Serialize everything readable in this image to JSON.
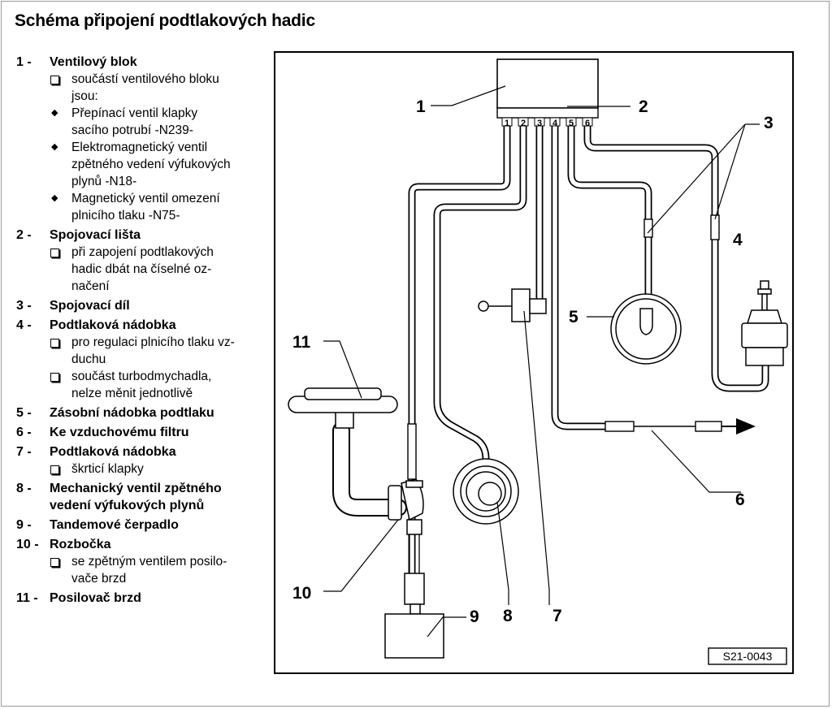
{
  "title": "Schéma připojení podtlakových hadic",
  "legend": [
    {
      "num": "1 -",
      "title": "Ventilový blok",
      "subs": [
        {
          "type": "box",
          "text": "součástí ventilového bloku\njsou:"
        },
        {
          "type": "bullet",
          "text": "Přepínací ventil klapky\nsacího potrubí -N239-"
        },
        {
          "type": "bullet",
          "text": "Elektromagnetický ventil\nzpětného vedení výfukových\nplynů -N18-"
        },
        {
          "type": "bullet",
          "text": "Magnetický ventil omezení\nplnicího tlaku -N75-"
        }
      ]
    },
    {
      "num": "2 -",
      "title": "Spojovací lišta",
      "subs": [
        {
          "type": "box",
          "text": "při zapojení podtlakových\nhadic dbát na číselné oz-\nnačení"
        }
      ]
    },
    {
      "num": "3 -",
      "title": "Spojovací díl",
      "subs": []
    },
    {
      "num": "4 -",
      "title": "Podtlaková nádobka",
      "subs": [
        {
          "type": "box",
          "text": "pro regulaci plnicího tlaku vz-\nduchu"
        },
        {
          "type": "box",
          "text": "součást turbodmychadla,\nnelze měnit jednotlivě"
        }
      ]
    },
    {
      "num": "5 -",
      "title": "Zásobní nádobka podtlaku",
      "subs": []
    },
    {
      "num": "6 -",
      "title": "Ke vzduchovému filtru",
      "subs": []
    },
    {
      "num": "7 -",
      "title": "Podtlaková nádobka",
      "subs": [
        {
          "type": "box",
          "text": "škrticí klapky"
        }
      ]
    },
    {
      "num": "8 -",
      "title": "Mechanický ventil zpětného\nvedení výfukových plynů",
      "subs": []
    },
    {
      "num": "9 -",
      "title": "Tandemové čerpadlo",
      "subs": []
    },
    {
      "num": "10 -",
      "title": "Rozbočka",
      "subs": [
        {
          "type": "box",
          "text": "se zpětným ventilem posilo-\nvače brzd"
        }
      ]
    },
    {
      "num": "11 -",
      "title": "Posilovač brzd",
      "subs": []
    }
  ],
  "diagram": {
    "callouts": {
      "c1": "1",
      "c2": "2",
      "c3": "3",
      "c4": "4",
      "c5": "5",
      "c6": "6",
      "c7": "7",
      "c8": "8",
      "c9": "9",
      "c10": "10",
      "c11": "11"
    },
    "ports": {
      "p1": "1",
      "p2": "2",
      "p3": "3",
      "p4": "4",
      "p5": "5",
      "p6": "6"
    },
    "reference": "S21-0043"
  }
}
